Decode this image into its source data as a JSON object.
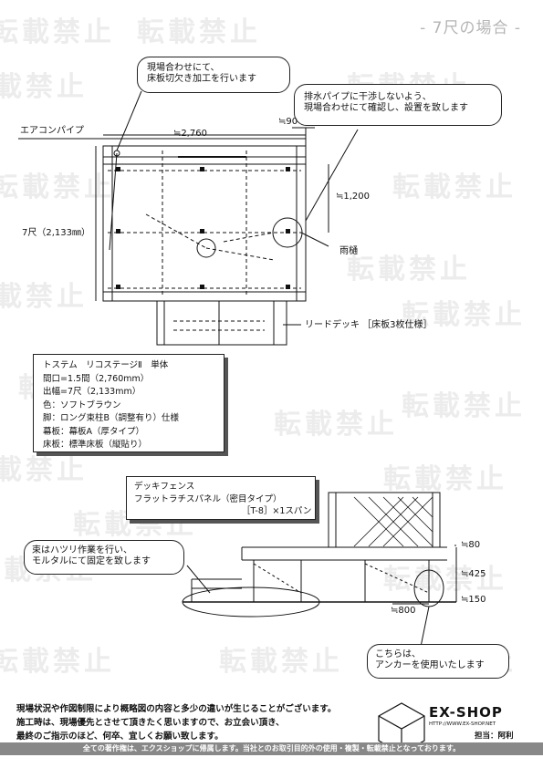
{
  "header": {
    "title": "- 7尺の場合 -"
  },
  "watermark": {
    "text": "転載禁止"
  },
  "plan": {
    "callout_cut": [
      "現場合わせにて、",
      "床板切欠き加工を行います"
    ],
    "callout_pipe": [
      "排水パイプに干渉しないよう、",
      "現場合わせにて確認し、設置を致します"
    ],
    "label_aircon": "エアコンパイプ",
    "dim_width": "≒2,760",
    "dim_gap": "≒90",
    "dim_depth_right": "≒1,200",
    "dim_depth_left": "7尺（2,133㎜）",
    "label_gutter": "雨樋",
    "label_lead_deck": "リードデッキ ［床板3枚仕様］"
  },
  "spec": {
    "lines": [
      "トステム　リコステージⅡ　単体",
      "間口=1.5間（2,760mm）",
      "出幅=7尺（2,133mm）",
      "色：ソフトブラウン",
      "脚：ロング束柱B（調整有り）仕様",
      "幕板：幕板A（厚タイプ）",
      "床板：標準床板（縦貼り）"
    ]
  },
  "elevation": {
    "fence_lines": [
      "デッキフェンス",
      "フラットラチスパネル（密目タイプ）",
      "［T-8］×1スパン"
    ],
    "callout_post": [
      "束はハツリ作業を行い、",
      "モルタルにて固定を致します"
    ],
    "callout_anchor": [
      "こちらは、",
      "アンカーを使用いたします"
    ],
    "dim_80": "≒80",
    "dim_425": "≒425",
    "dim_150": "≒150",
    "dim_800": "≒800"
  },
  "footer": {
    "notice": [
      "現場状況や作図制限により概略図の内容と多少の違いが生じることがございます。",
      "施工時は、現場優先とさせて頂きたく思いますので、お立会い頂き、",
      "最終のご指示のほど、何卒、宜しくお願い致します。"
    ],
    "brand": "EX-SHOP",
    "url": "HTTP://WWW.EX-SHOP.NET",
    "staff": "担当：阿利",
    "copyright": "全ての著作権は、エクスショップに帰属します。当社とのお取引目的外の使用・複製・転載禁止となっております。"
  }
}
